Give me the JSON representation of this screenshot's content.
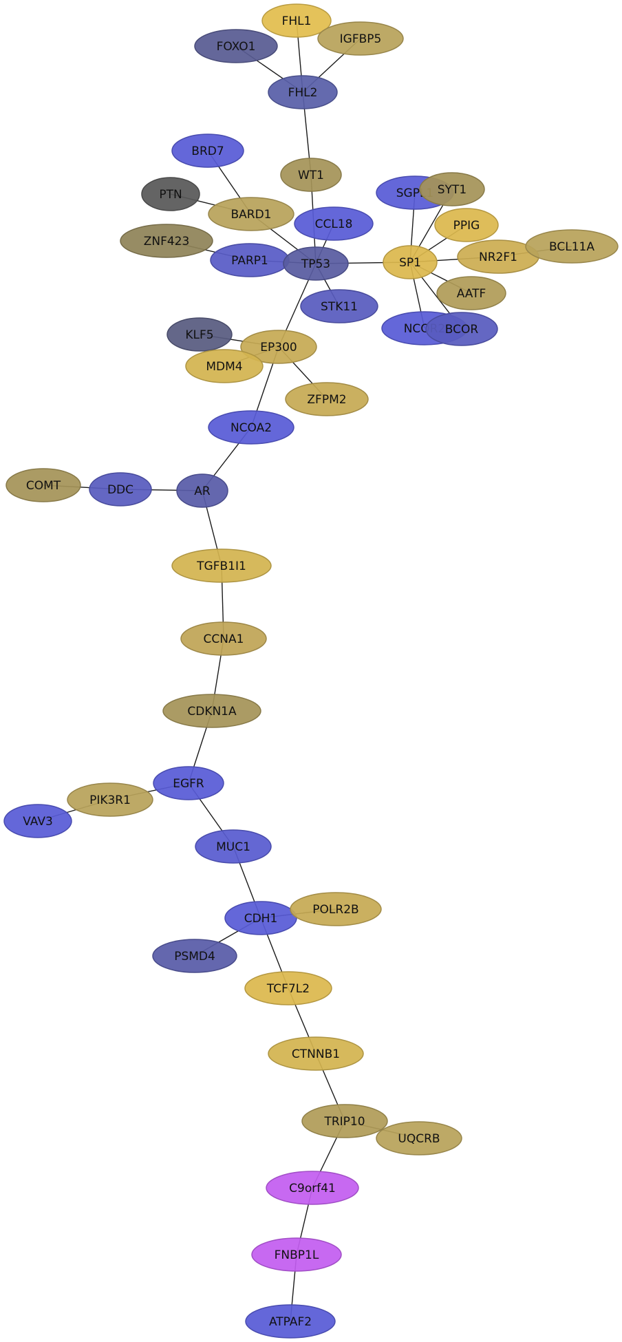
{
  "nodes": [
    {
      "id": "FHL1",
      "color": "#e2bd4e"
    },
    {
      "id": "FOXO1",
      "color": "#585b92"
    },
    {
      "id": "IGFBP5",
      "color": "#b8a25a"
    },
    {
      "id": "FHL2",
      "color": "#585fa8"
    },
    {
      "id": "WT1",
      "color": "#a59358"
    },
    {
      "id": "BRD7",
      "color": "#585bd6"
    },
    {
      "id": "PTN",
      "color": "#585858"
    },
    {
      "id": "BARD1",
      "color": "#b8a25a"
    },
    {
      "id": "CCL18",
      "color": "#585bd6"
    },
    {
      "id": "SGPL1",
      "color": "#585bd6"
    },
    {
      "id": "SYT1",
      "color": "#a59358"
    },
    {
      "id": "PPIG",
      "color": "#dcb84e"
    },
    {
      "id": "ZNF423",
      "color": "#8f8358"
    },
    {
      "id": "PARP1",
      "color": "#585bc6"
    },
    {
      "id": "TP53",
      "color": "#585ba0"
    },
    {
      "id": "SP1",
      "color": "#dcb84e"
    },
    {
      "id": "NR2F1",
      "color": "#ccad52"
    },
    {
      "id": "BCL11A",
      "color": "#b8a25a"
    },
    {
      "id": "STK11",
      "color": "#585bbe"
    },
    {
      "id": "AATF",
      "color": "#b09c58"
    },
    {
      "id": "NCOR2",
      "color": "#585bd6"
    },
    {
      "id": "BCOR",
      "color": "#585bbe"
    },
    {
      "id": "KLF5",
      "color": "#585b80"
    },
    {
      "id": "EP300",
      "color": "#c6aa54"
    },
    {
      "id": "MDM4",
      "color": "#d3b450"
    },
    {
      "id": "ZFPM2",
      "color": "#c6aa54"
    },
    {
      "id": "NCOA2",
      "color": "#585bd6"
    },
    {
      "id": "COMT",
      "color": "#a59358"
    },
    {
      "id": "DDC",
      "color": "#585bbe"
    },
    {
      "id": "AR",
      "color": "#585ba8"
    },
    {
      "id": "TGFB1I1",
      "color": "#d3b450"
    },
    {
      "id": "CCNA1",
      "color": "#bfa556"
    },
    {
      "id": "CDKN1A",
      "color": "#a59358"
    },
    {
      "id": "EGFR",
      "color": "#585bd6"
    },
    {
      "id": "PIK3R1",
      "color": "#b8a25a"
    },
    {
      "id": "VAV3",
      "color": "#585bd6"
    },
    {
      "id": "MUC1",
      "color": "#585bd0"
    },
    {
      "id": "CDH1",
      "color": "#585bd6"
    },
    {
      "id": "POLR2B",
      "color": "#c6aa54"
    },
    {
      "id": "PSMD4",
      "color": "#585ba8"
    },
    {
      "id": "TCF7L2",
      "color": "#dcb84e"
    },
    {
      "id": "CTNNB1",
      "color": "#d3b450"
    },
    {
      "id": "TRIP10",
      "color": "#b09c58"
    },
    {
      "id": "UQCRB",
      "color": "#b8a25a"
    },
    {
      "id": "C9orf41",
      "color": "#c35ef0"
    },
    {
      "id": "FNBP1L",
      "color": "#c35ef0"
    },
    {
      "id": "ATPAF2",
      "color": "#585bd6"
    }
  ],
  "edges": [
    [
      "FHL1",
      "FHL2"
    ],
    [
      "FOXO1",
      "FHL2"
    ],
    [
      "IGFBP5",
      "FHL2"
    ],
    [
      "FHL2",
      "WT1"
    ],
    [
      "WT1",
      "TP53"
    ],
    [
      "BRD7",
      "BARD1"
    ],
    [
      "PTN",
      "BARD1"
    ],
    [
      "BARD1",
      "TP53"
    ],
    [
      "CCL18",
      "TP53"
    ],
    [
      "ZNF423",
      "PARP1"
    ],
    [
      "PARP1",
      "TP53"
    ],
    [
      "TP53",
      "SP1"
    ],
    [
      "TP53",
      "STK11"
    ],
    [
      "TP53",
      "EP300"
    ],
    [
      "SGPL1",
      "SP1"
    ],
    [
      "SYT1",
      "SP1"
    ],
    [
      "PPIG",
      "SP1"
    ],
    [
      "NR2F1",
      "SP1"
    ],
    [
      "BCL11A",
      "NR2F1"
    ],
    [
      "AATF",
      "SP1"
    ],
    [
      "NCOR2",
      "SP1"
    ],
    [
      "BCOR",
      "SP1"
    ],
    [
      "KLF5",
      "EP300"
    ],
    [
      "MDM4",
      "EP300"
    ],
    [
      "ZFPM2",
      "EP300"
    ],
    [
      "EP300",
      "NCOA2"
    ],
    [
      "NCOA2",
      "AR"
    ],
    [
      "COMT",
      "DDC"
    ],
    [
      "DDC",
      "AR"
    ],
    [
      "AR",
      "TGFB1I1"
    ],
    [
      "TGFB1I1",
      "CCNA1"
    ],
    [
      "CCNA1",
      "CDKN1A"
    ],
    [
      "CDKN1A",
      "EGFR"
    ],
    [
      "EGFR",
      "PIK3R1"
    ],
    [
      "PIK3R1",
      "VAV3"
    ],
    [
      "EGFR",
      "MUC1"
    ],
    [
      "MUC1",
      "CDH1"
    ],
    [
      "CDH1",
      "POLR2B"
    ],
    [
      "CDH1",
      "PSMD4"
    ],
    [
      "CDH1",
      "TCF7L2"
    ],
    [
      "TCF7L2",
      "CTNNB1"
    ],
    [
      "CTNNB1",
      "TRIP10"
    ],
    [
      "TRIP10",
      "UQCRB"
    ],
    [
      "TRIP10",
      "C9orf41"
    ],
    [
      "C9orf41",
      "FNBP1L"
    ],
    [
      "FNBP1L",
      "ATPAF2"
    ]
  ]
}
